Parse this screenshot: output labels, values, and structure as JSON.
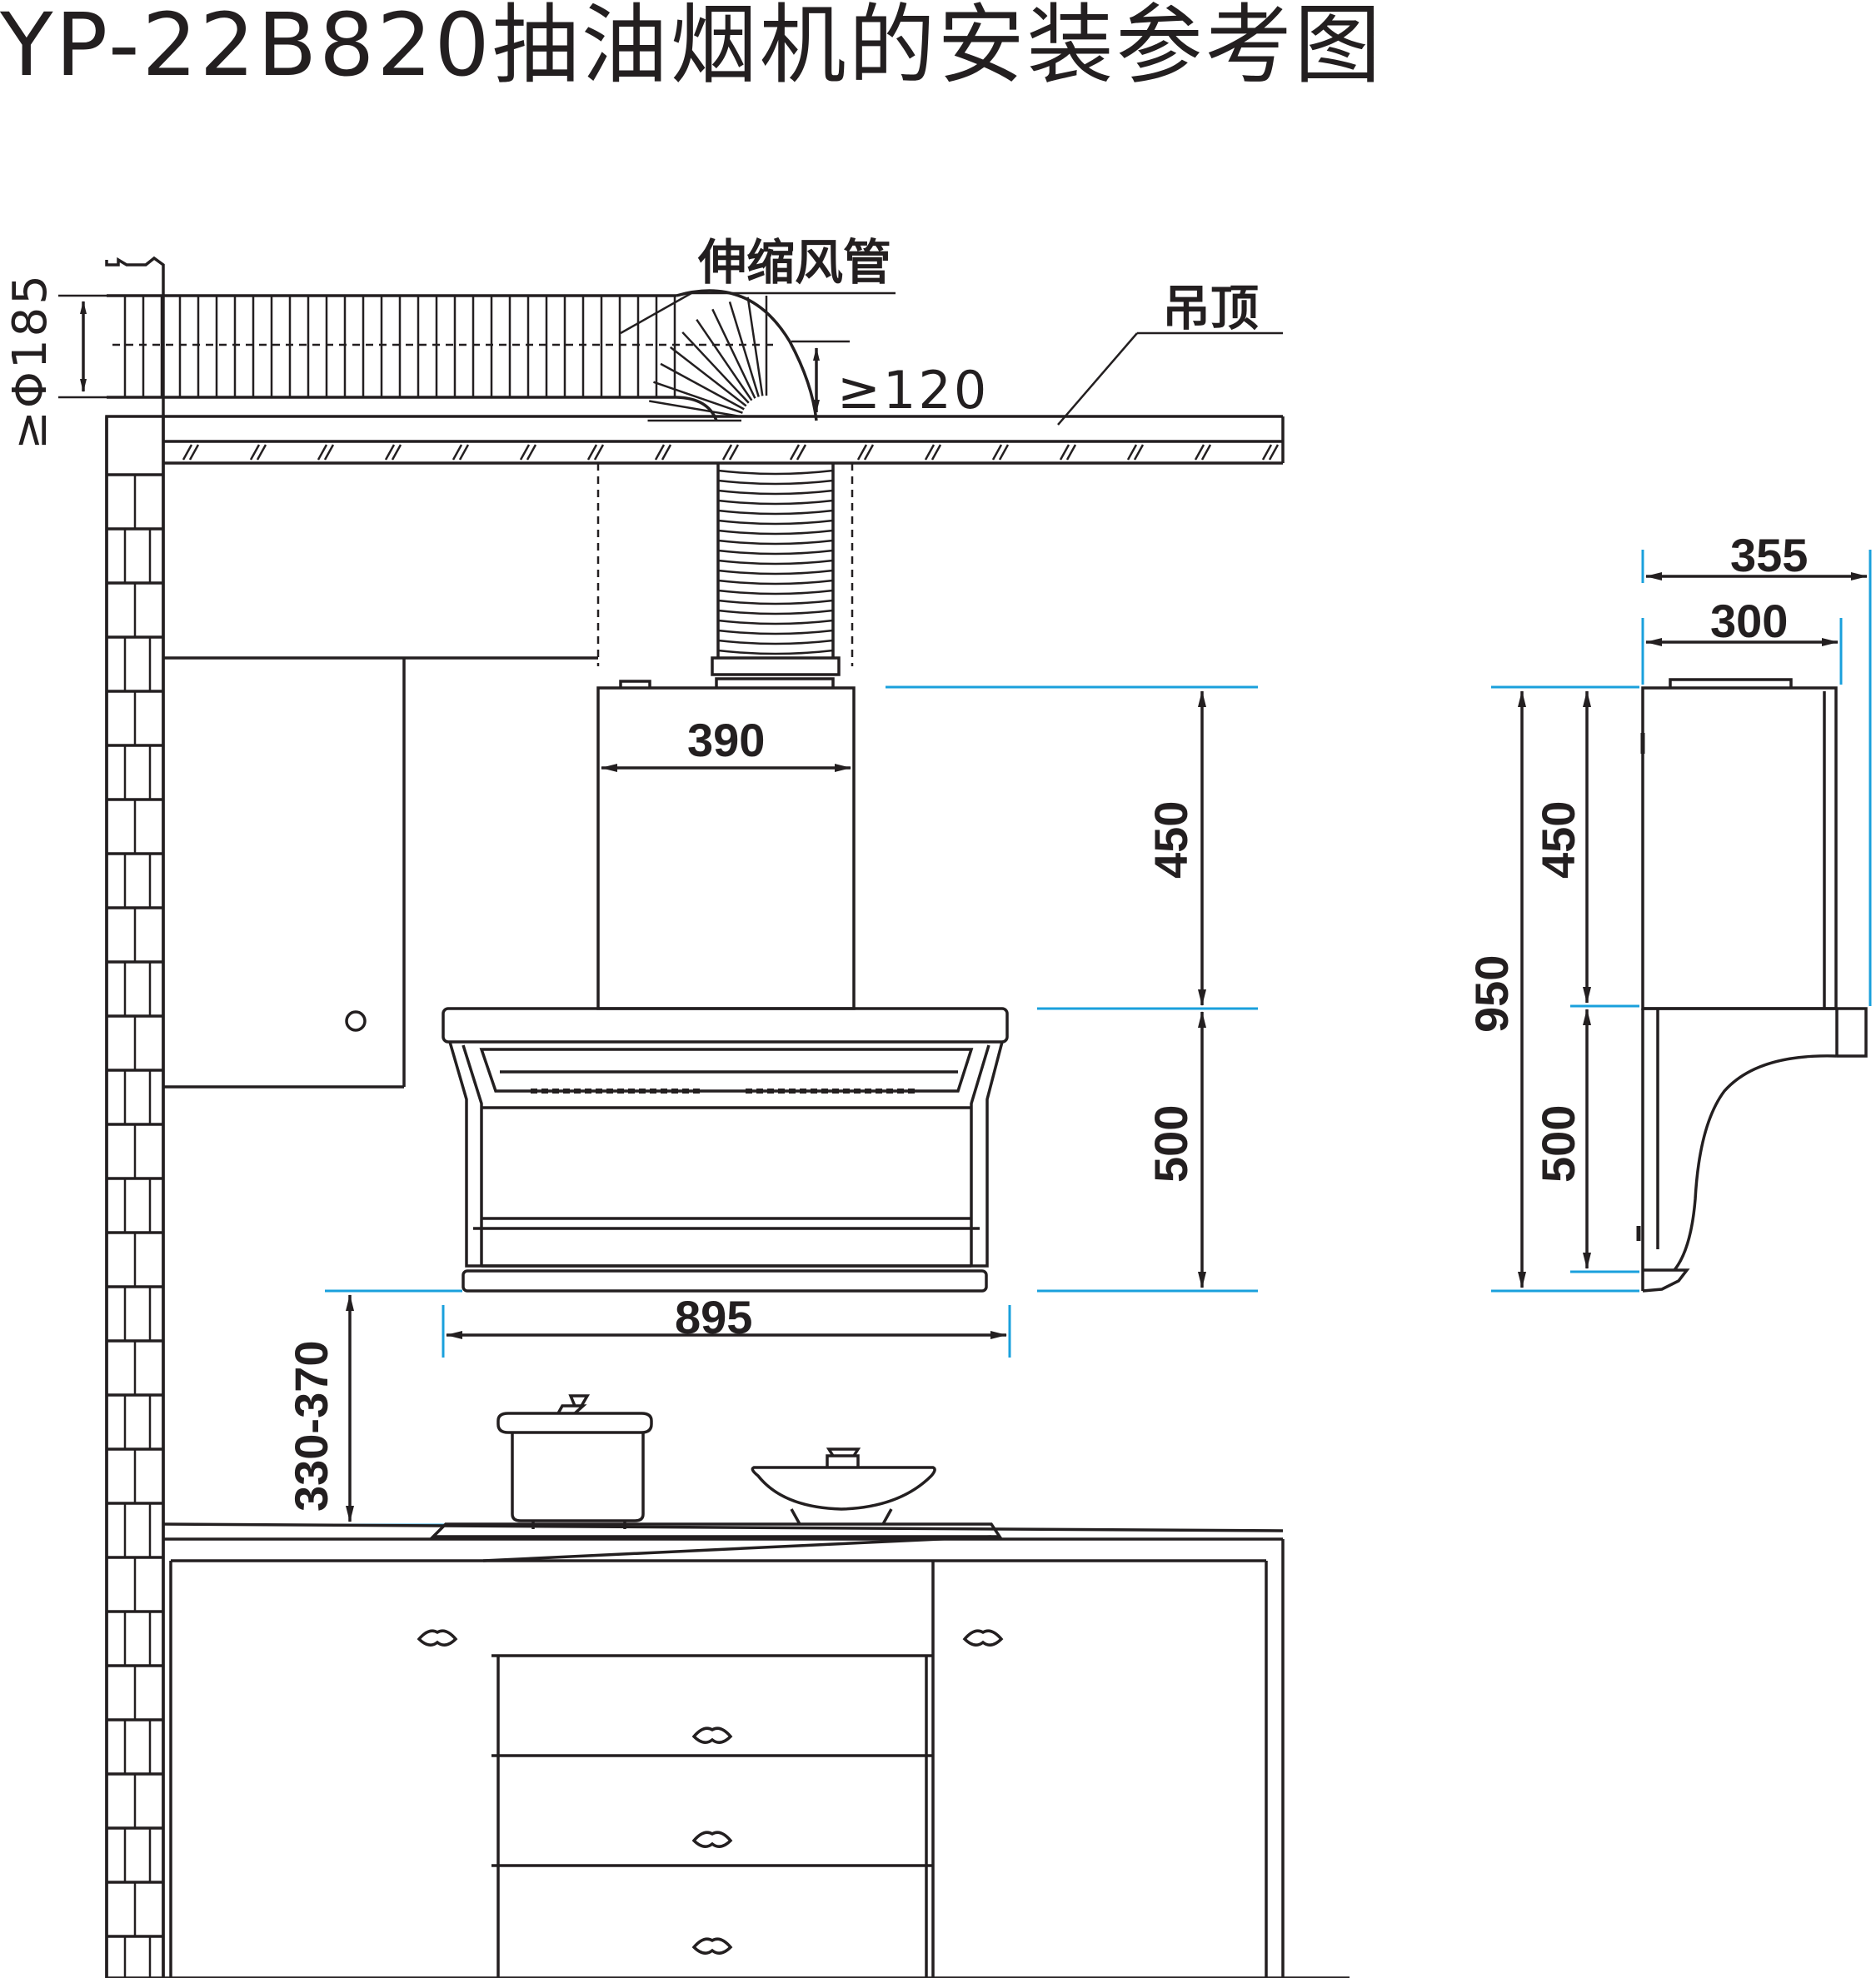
{
  "title": "YP-22B820抽油烟机的安装参考图",
  "labels": {
    "flex_duct": "伸缩风管",
    "ceiling": "吊顶"
  },
  "dimensions": {
    "duct_diameter": "≥Φ185",
    "min_bend_clearance": "≥120",
    "chimney_width": "390",
    "chimney_height_front": "450",
    "hood_height_front": "500",
    "hood_width": "895",
    "install_height": "330-370",
    "depth_total": "355",
    "depth_body": "300",
    "chimney_height_side": "450",
    "hood_height_side": "500",
    "total_height": "950"
  },
  "colors": {
    "line": "#231f20",
    "dimension_line": "#1aa0dc"
  },
  "icons": [
    "cooking-pot-icon",
    "wok-icon",
    "gas-stove-icon",
    "cabinet-handle-icon"
  ]
}
